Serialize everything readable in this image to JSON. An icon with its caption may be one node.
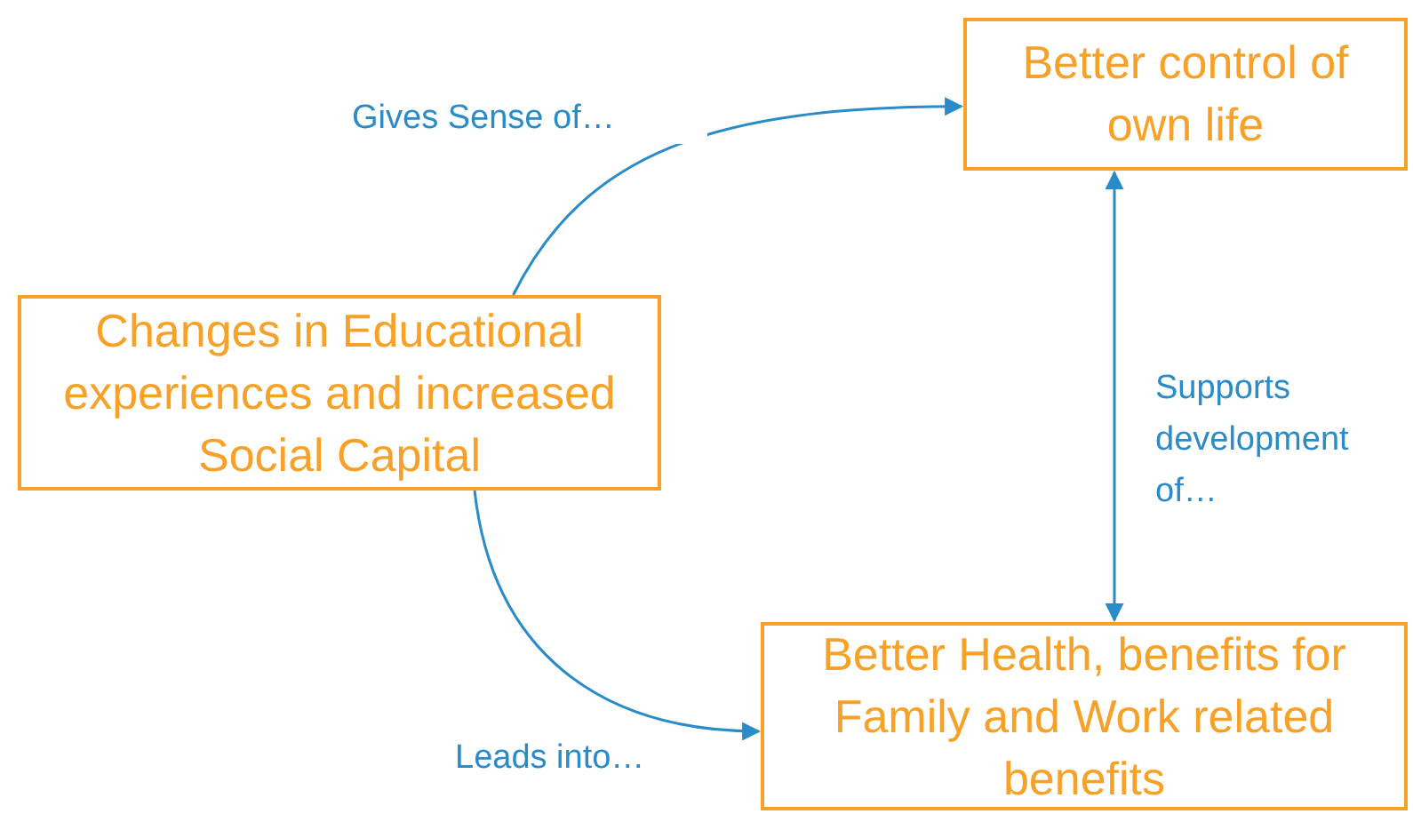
{
  "diagram": {
    "nodes": [
      {
        "text": [
          "Changes in Educational experiences and increased Social Capital"
        ]
      },
      {
        "text": [
          "Better control of own life"
        ]
      },
      {
        "text": [
          "Better Health, benefits for Family and Work related benefits"
        ]
      }
    ],
    "edges": [
      {
        "from": 0,
        "to": 1,
        "arrow": "to",
        "label": "Gives Sense of…"
      },
      {
        "from": 1,
        "to": 2,
        "arrow": "both",
        "label": "Supports development of…"
      },
      {
        "from": 0,
        "to": 2,
        "arrow": "to",
        "label": "Leads into…"
      }
    ]
  }
}
